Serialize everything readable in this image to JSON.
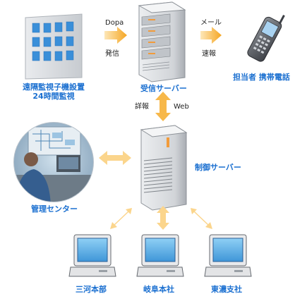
{
  "colors": {
    "label_blue": "#1a6fd0",
    "arrow_orange": "#f7b84a",
    "arrow_pale": "#fbe0a6",
    "server_gray": "#d3d5d8",
    "screen_blue": "#5fb0e6"
  },
  "nodes": {
    "remote_unit": {
      "label_line1": "遠隔監視子機設置",
      "label_line2": "24時間監視"
    },
    "receive_server": {
      "label": "受信サーバー"
    },
    "mobile": {
      "label": "担当者 携帯電話"
    },
    "control_server": {
      "label": "制御サーバー"
    },
    "management_center": {
      "label": "管理センター"
    },
    "branches": [
      {
        "label": "三河本部"
      },
      {
        "label": "岐阜本社"
      },
      {
        "label": "東濃支社"
      }
    ]
  },
  "links": {
    "dopa": {
      "top": "Dopa",
      "bottom": "発信"
    },
    "mail": {
      "top": "メール",
      "bottom": "速報"
    },
    "detail": {
      "left": "詳報",
      "right": "Web"
    }
  },
  "icons": {
    "remote_unit": "building-icon",
    "server": "server-icon",
    "mobile": "mobile-phone-icon",
    "center": "monitoring-center-photo",
    "pc": "desktop-computer-icon"
  }
}
